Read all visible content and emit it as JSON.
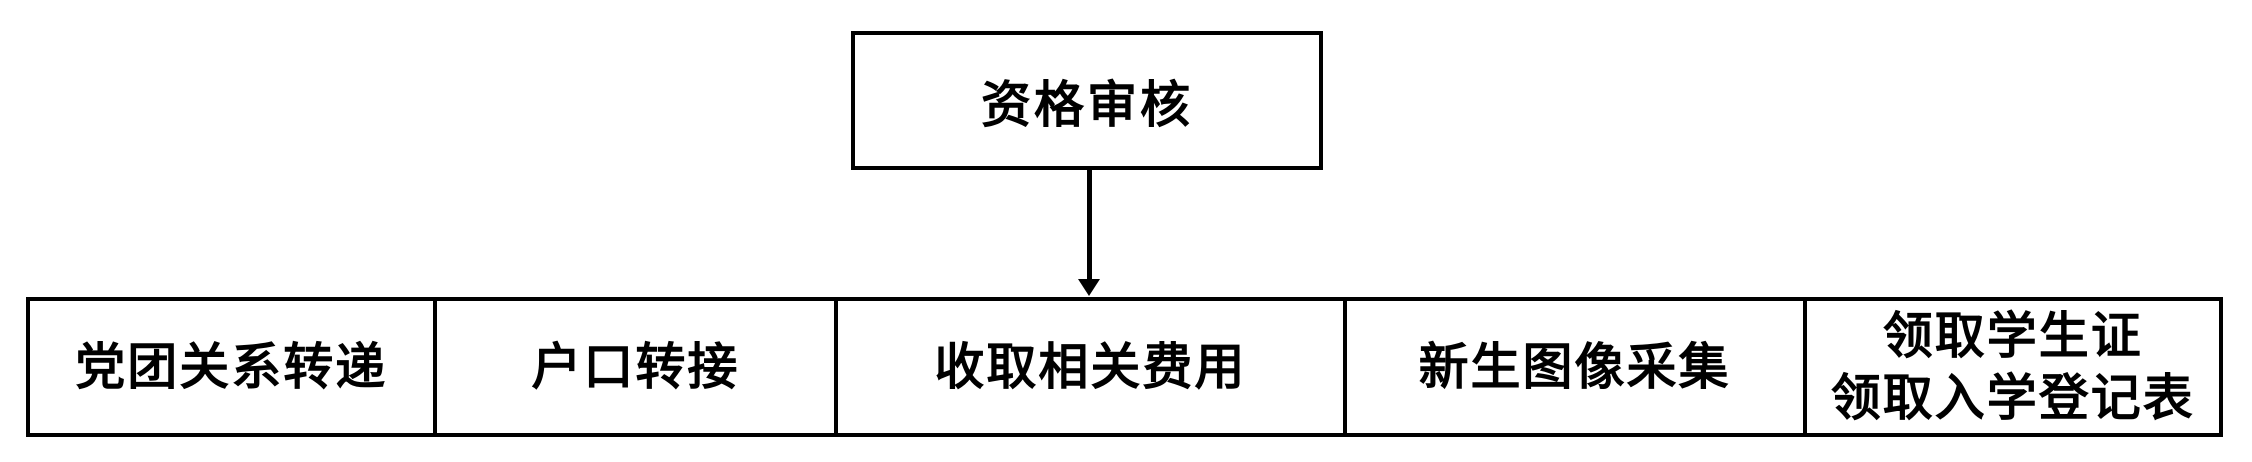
{
  "diagram": {
    "type": "flowchart",
    "colors": {
      "background": "#ffffff",
      "border": "#000000",
      "text": "#000000"
    },
    "top_node": {
      "label": "资格审核"
    },
    "connector": {
      "type": "arrow-down"
    },
    "bottom_nodes": [
      {
        "lines": [
          "党团关系转递"
        ]
      },
      {
        "lines": [
          "户口转接"
        ]
      },
      {
        "lines": [
          "收取相关费用"
        ]
      },
      {
        "lines": [
          "新生图像采集"
        ]
      },
      {
        "lines": [
          "领取学生证",
          "领取入学登记表"
        ]
      }
    ]
  }
}
